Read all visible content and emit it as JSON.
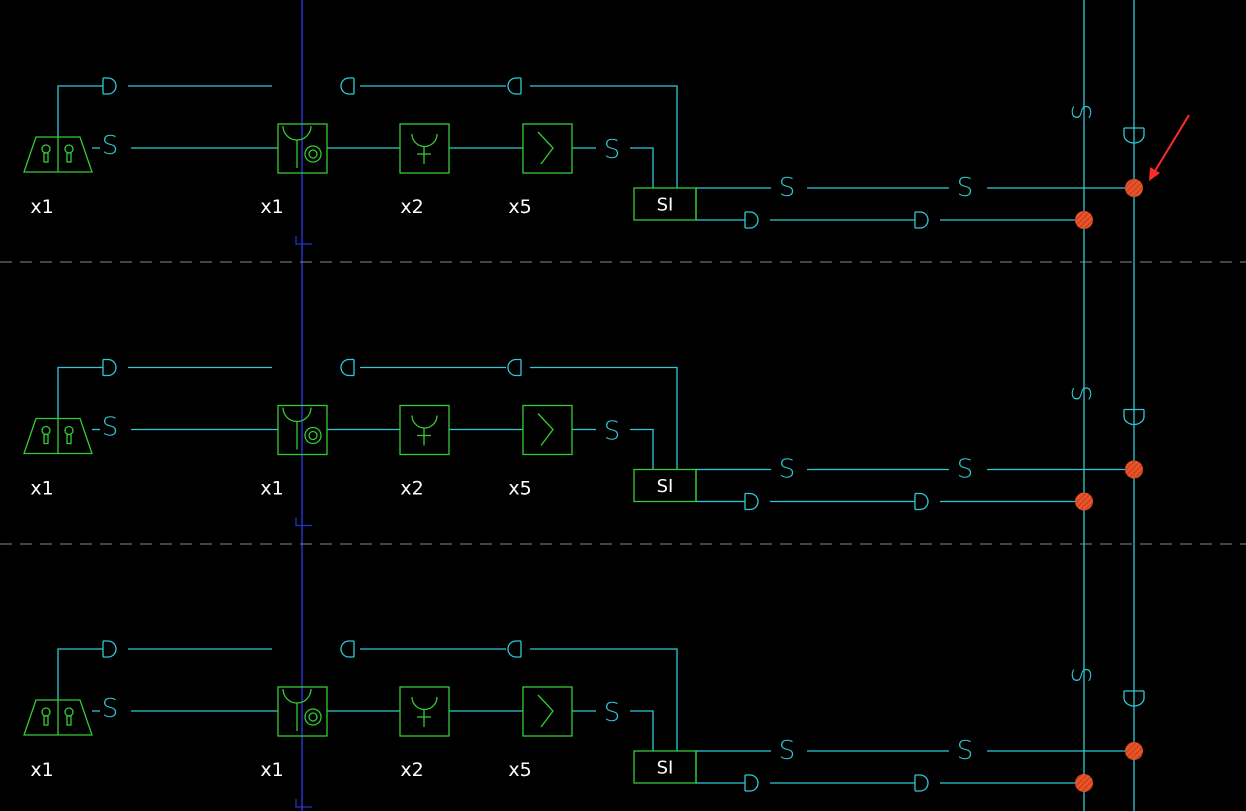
{
  "diagram": {
    "rows": [
      {
        "id": "row-1",
        "devices": [
          {
            "key": "card-reader",
            "qty": "x1"
          },
          {
            "key": "controller",
            "qty": "x1"
          },
          {
            "key": "sounder",
            "qty": "x2"
          },
          {
            "key": "strobe",
            "qty": "x5"
          }
        ],
        "si_label": "SI",
        "bus_labels": {
          "signal": "S",
          "data": "D"
        }
      },
      {
        "id": "row-2",
        "devices": [
          {
            "key": "card-reader",
            "qty": "x1"
          },
          {
            "key": "controller",
            "qty": "x1"
          },
          {
            "key": "sounder",
            "qty": "x2"
          },
          {
            "key": "strobe",
            "qty": "x5"
          }
        ],
        "si_label": "SI",
        "bus_labels": {
          "signal": "S",
          "data": "D"
        }
      },
      {
        "id": "row-3",
        "devices": [
          {
            "key": "card-reader",
            "qty": "x1"
          },
          {
            "key": "controller",
            "qty": "x1"
          },
          {
            "key": "sounder",
            "qty": "x2"
          },
          {
            "key": "strobe",
            "qty": "x5"
          }
        ],
        "si_label": "SI",
        "bus_labels": {
          "signal": "S",
          "data": "D"
        }
      }
    ],
    "colors": {
      "background": "#000000",
      "wire": "#2ec9d6",
      "symbol": "#33cc33",
      "riser": "#2233cc",
      "separator": "#8a8a8a",
      "junction": "#e8542a",
      "arrow": "#ff2a2a",
      "text": "#ffffff"
    },
    "icons": [
      "card-reader-icon",
      "controller-icon",
      "sounder-icon",
      "strobe-icon",
      "junction-dot-icon",
      "red-arrow-icon"
    ]
  }
}
